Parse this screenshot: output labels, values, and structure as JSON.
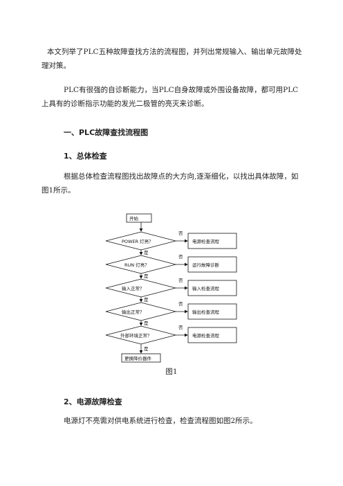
{
  "paragraphs": {
    "intro": "本文列举了PLC五种故障查找方法的流程图，并列出常规输入、输出单元故障处理对策。",
    "diagnose": "PLC有很强的自诊断能力，当PLC自身故障或外围设备故障，都可用PLC上具有的诊断指示功能的发光二极管的亮灭来诊断。",
    "overall": "根据总体检查流程图找出故障点的大方向,逐渐细化，以找出具体故障，如图1所示。",
    "power": "电源灯不亮需对供电系统进行检查，检查流程图如图2所示。"
  },
  "headings": {
    "h1": "一、PLC故障查找流程图",
    "h2": "1、总体检查",
    "h3": "2、电源故障检查"
  },
  "flowchart": {
    "start": "开始",
    "decisions": [
      "POWER 灯亮？",
      "RUN 灯亮？",
      "输入正常？",
      "输出正常？",
      "外部环境正常？"
    ],
    "actions": [
      "电源检查流程",
      "运行故障诊断",
      "输入检查流程",
      "输出检查流程",
      "电源检查流程"
    ],
    "end": "更换降价器件",
    "yes": "是",
    "no": "否"
  },
  "figure_caption": "图1"
}
